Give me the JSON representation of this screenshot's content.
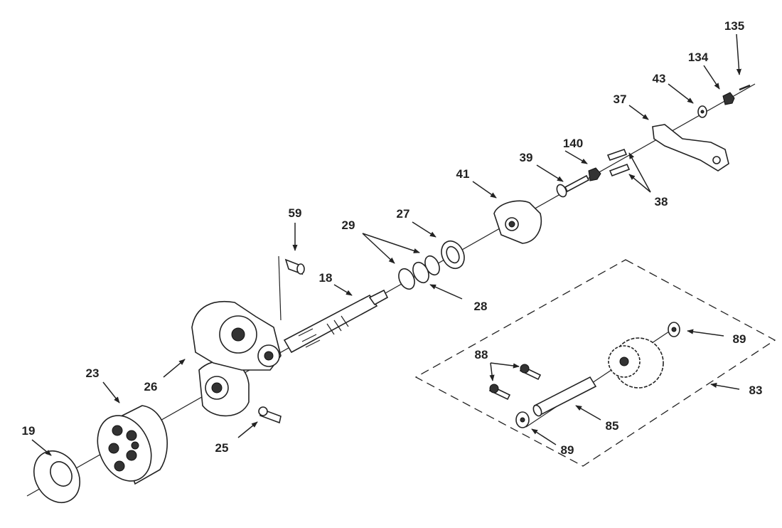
{
  "diagram": {
    "type": "exploded-parts-view",
    "callouts": [
      "135",
      "134",
      "43",
      "37",
      "140",
      "39",
      "38",
      "41",
      "27",
      "29",
      "28",
      "59",
      "18",
      "89",
      "88",
      "83",
      "85",
      "89",
      "23",
      "26",
      "25",
      "19"
    ]
  }
}
